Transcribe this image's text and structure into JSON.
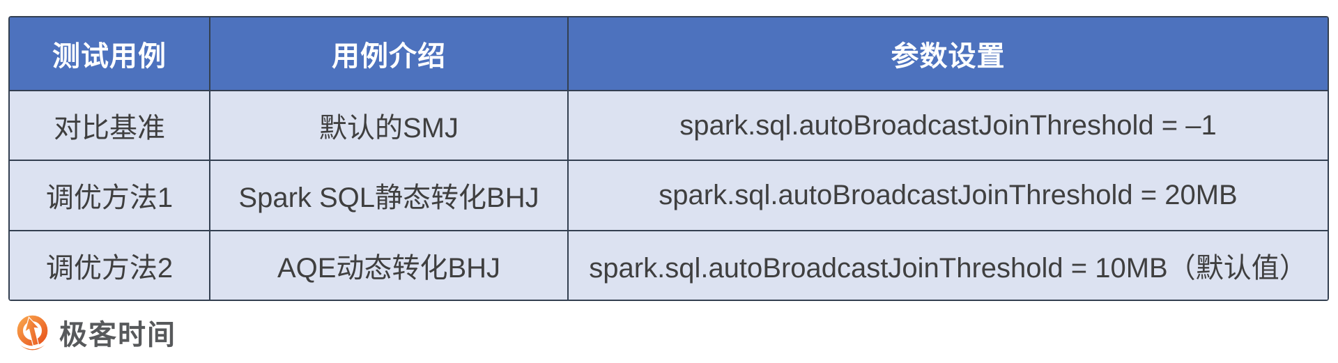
{
  "table": {
    "headers": [
      "测试用例",
      "用例介绍",
      "参数设置"
    ],
    "rows": [
      [
        "对比基准",
        "默认的SMJ",
        "spark.sql.autoBroadcastJoinThreshold = –1"
      ],
      [
        "调优方法1",
        "Spark SQL静态转化BHJ",
        "spark.sql.autoBroadcastJoinThreshold = 20MB"
      ],
      [
        "调优方法2",
        "AQE动态转化BHJ",
        "spark.sql.autoBroadcastJoinThreshold = 10MB（默认值）"
      ]
    ]
  },
  "branding": {
    "logo_text": "极客时间",
    "logo_icon": "geektime-arrow-pin-icon"
  },
  "colors": {
    "header_bg": "#4D72BE",
    "header_text": "#FFFFFF",
    "row_bg": "#DCE2F1",
    "cell_text": "#3F3F3F",
    "border": "#333F50",
    "logo_text": "#57595B",
    "logo_orange_start": "#F8A24B",
    "logo_orange_end": "#E8561E"
  }
}
